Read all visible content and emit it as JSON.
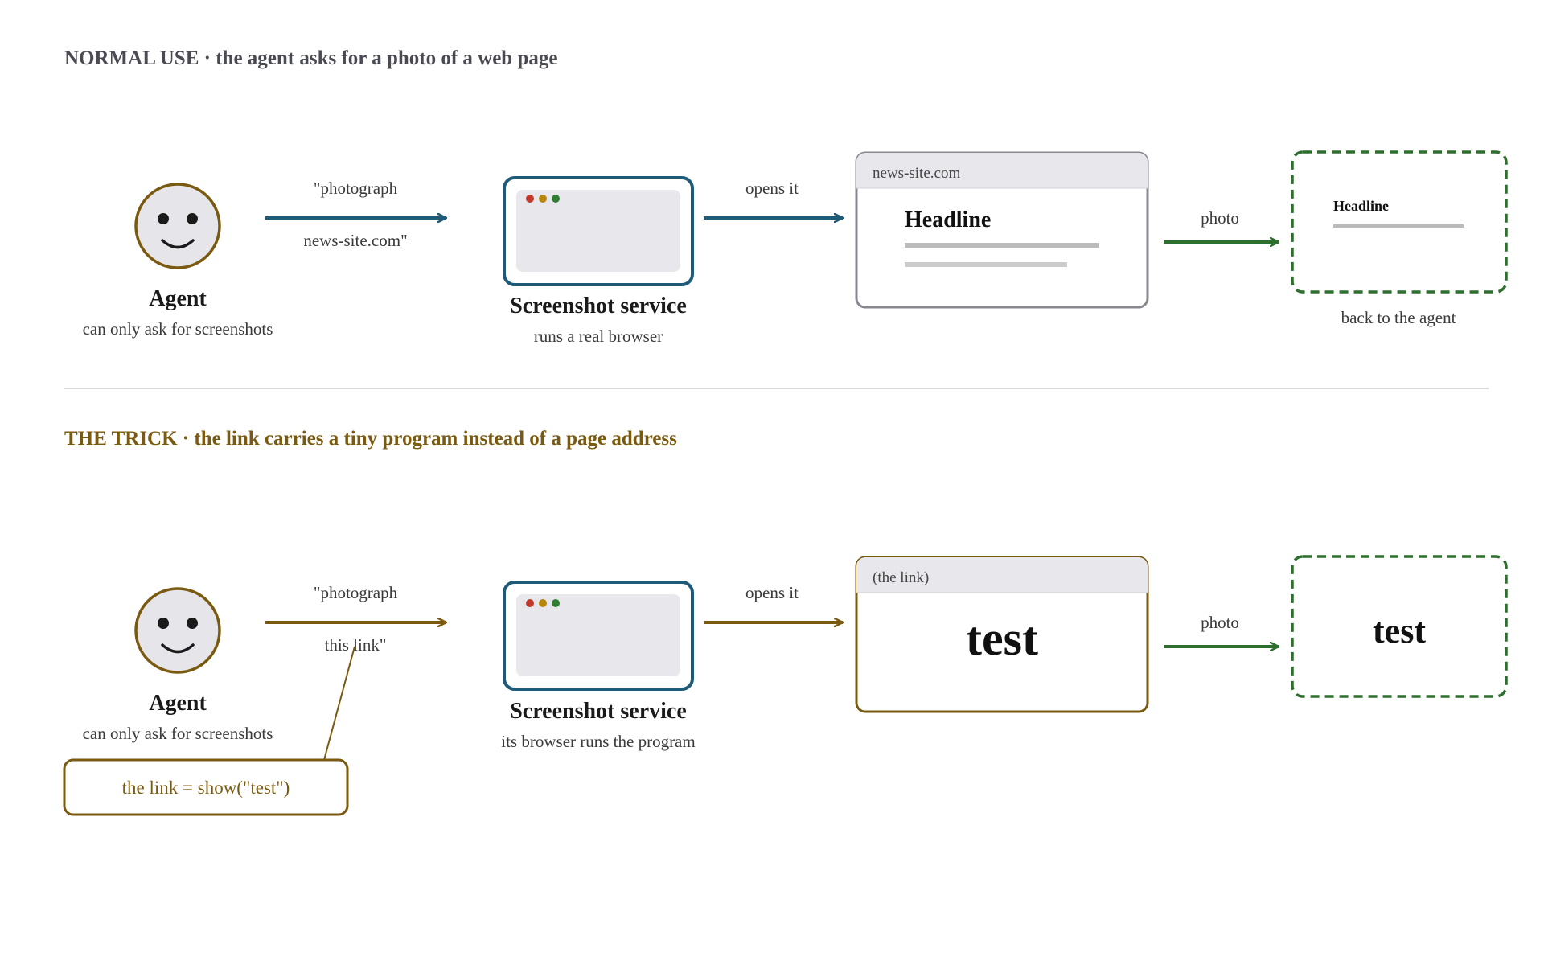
{
  "colors": {
    "teal": "#1e5b78",
    "gold": "#7a5a10",
    "green": "#2e6e2e",
    "gray_text": "#4a4a52",
    "face_fill": "#e6e6ea",
    "panel_fill": "#e8e8ec",
    "divider": "#cccccc",
    "dot_red": "#c0392b",
    "dot_amber": "#b8860b",
    "dot_green": "#2e7d32"
  },
  "normal": {
    "title": "NORMAL USE · the agent asks for a photo of a web page",
    "agent_title": "Agent",
    "agent_sub": "can only ask for screenshots",
    "request_line1": "\"photograph",
    "request_line2": "news-site.com\"",
    "service_title": "Screenshot service",
    "service_sub": "runs a real browser",
    "opens_label": "opens it",
    "page_url": "news-site.com",
    "page_headline": "Headline",
    "photo_label": "photo",
    "photo_headline": "Headline",
    "photo_sub": "back to the agent"
  },
  "trick": {
    "title": "THE TRICK · the link carries a tiny program instead of a page address",
    "agent_title": "Agent",
    "agent_sub": "can only ask for screenshots",
    "request_line1": "\"photograph",
    "request_line2": "this link\"",
    "callout": "the link = show(\"test\")",
    "service_title": "Screenshot service",
    "service_sub": "its browser runs the program",
    "opens_label": "opens it",
    "page_url": "(the link)",
    "page_text": "test",
    "photo_label": "photo",
    "photo_text": "test"
  }
}
